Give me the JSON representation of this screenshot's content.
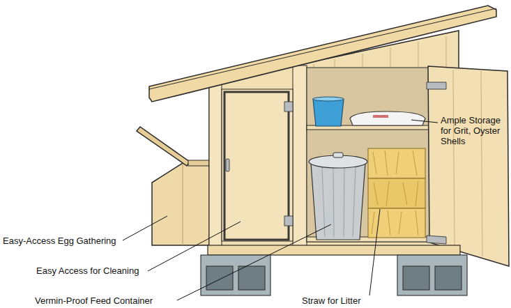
{
  "diagram": {
    "labels": [
      "Ample Storage for Grit, Oyster Shells",
      "Easy-Access Egg Gathering",
      "Easy Access for Cleaning",
      "Vermin-Proof Feed Container",
      "Straw for Litter"
    ]
  }
}
